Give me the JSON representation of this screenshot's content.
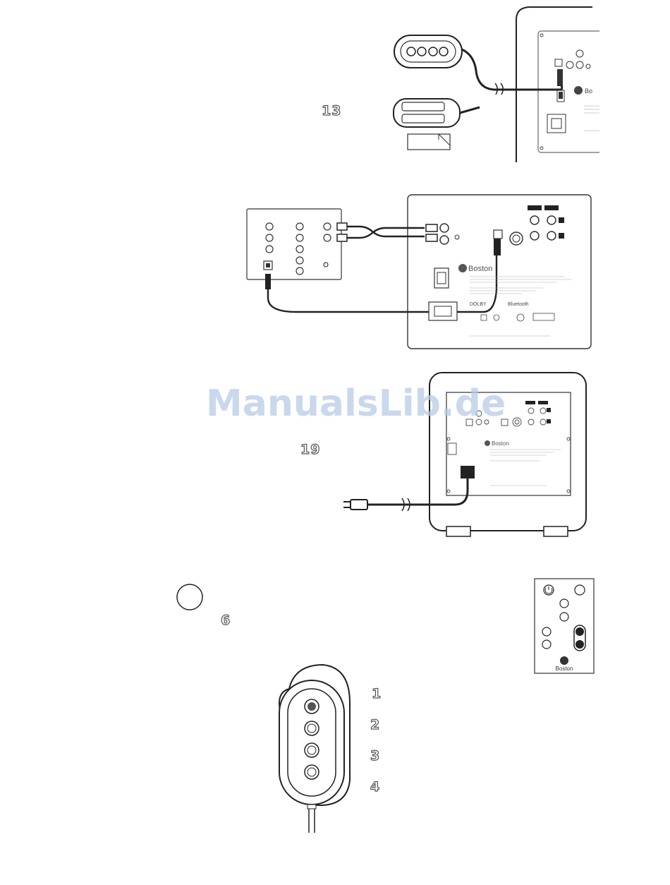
{
  "callouts": {
    "step1": "13",
    "step3": "19",
    "step4": "6",
    "btn1": "1",
    "btn2": "2",
    "btn3": "3",
    "btn4": "4"
  },
  "watermark": "ManualsLib.de",
  "brand": {
    "name": "Boston",
    "remote_name": "Boston",
    "bluetooth": "Bluetooth",
    "dolby": "DOLBY"
  }
}
